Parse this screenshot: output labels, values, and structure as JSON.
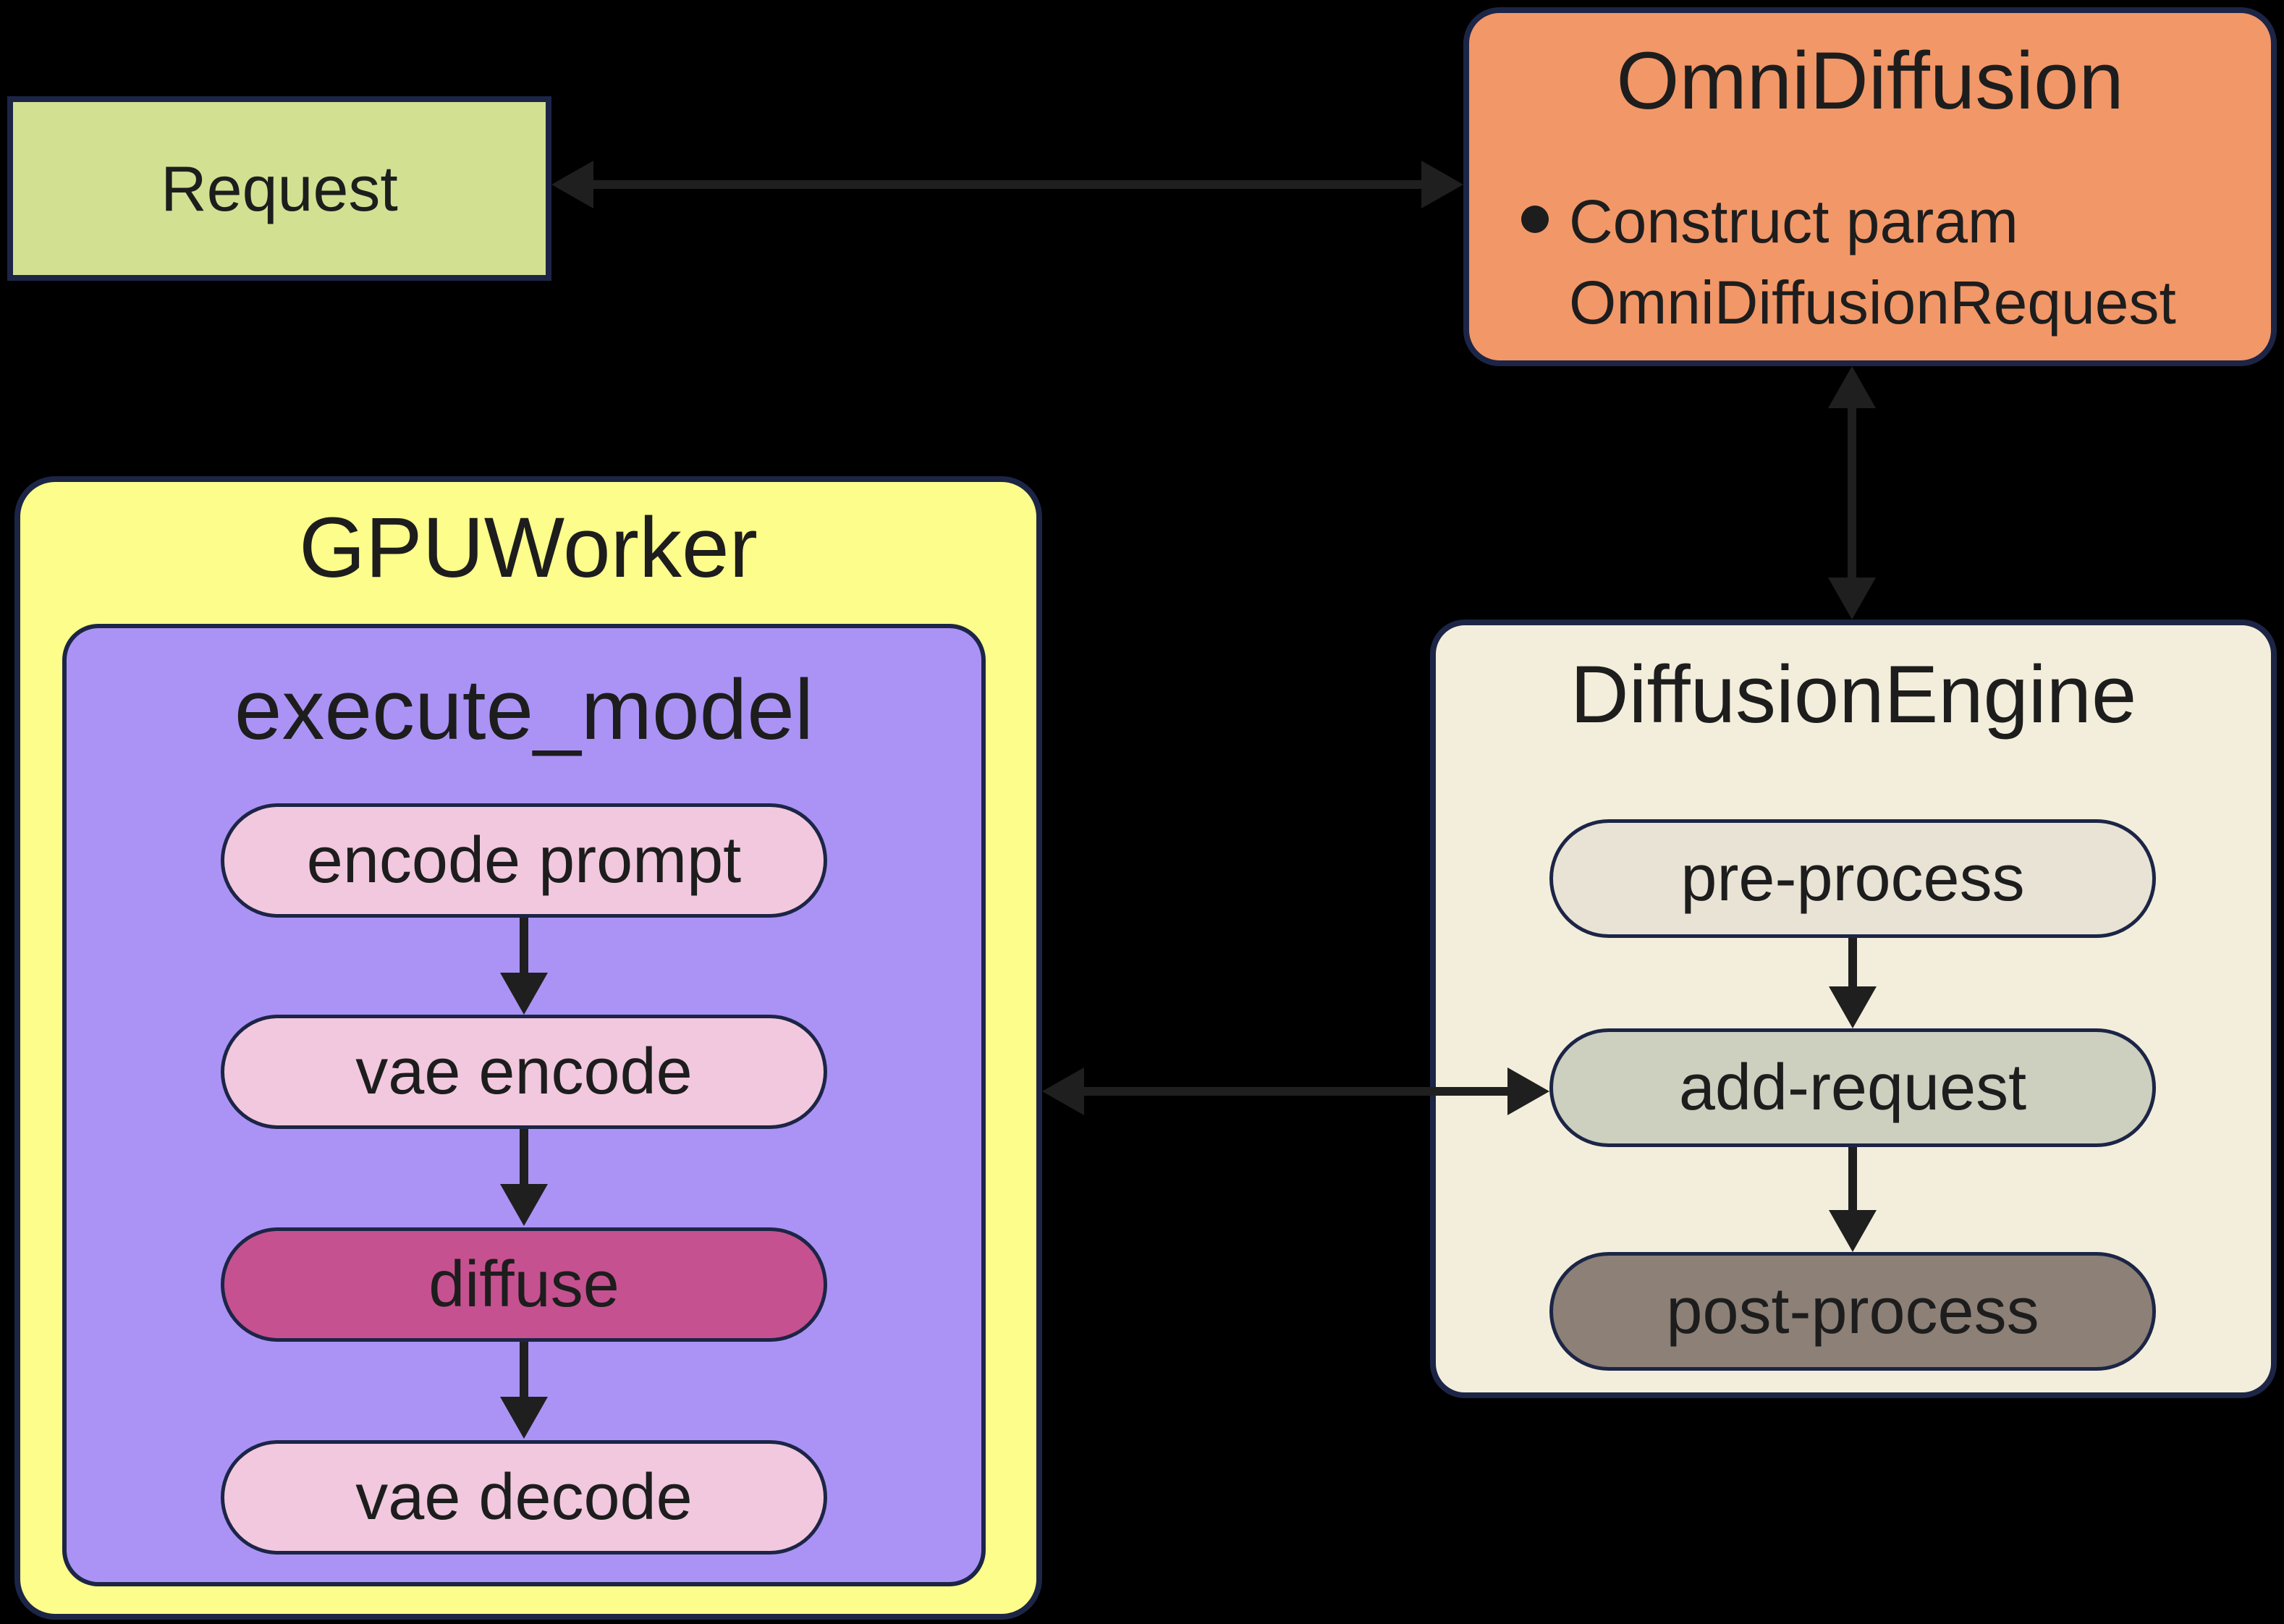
{
  "theme": {
    "background": "#000000",
    "border": "#1c2546",
    "text": "#1d1d1d",
    "arrow": "#1f1f1f"
  },
  "nodes": {
    "request": {
      "label": "Request",
      "fill": "#d2e092"
    },
    "omnidiffusion": {
      "title": "OmniDiffusion",
      "fill": "#f29768",
      "bullet": {
        "line1": "Construct param",
        "line2": "OmniDiffusionRequest"
      }
    },
    "gpuworker": {
      "title": "GPUWorker",
      "fill": "#fdfd8c"
    },
    "execute_model": {
      "title": "execute_model",
      "fill": "#ab93f5",
      "steps": [
        {
          "label": "encode prompt",
          "fill": "#f2c8de"
        },
        {
          "label": "vae encode",
          "fill": "#f2c8de"
        },
        {
          "label": "diffuse",
          "fill": "#c65190"
        },
        {
          "label": "vae decode",
          "fill": "#f2c8de"
        }
      ]
    },
    "diffusion_engine": {
      "title": "DiffusionEngine",
      "fill": "#f3eedb",
      "steps": [
        {
          "label": "pre-process",
          "fill": "#e9e3d5"
        },
        {
          "label": "add-request",
          "fill": "#cdcfbf"
        },
        {
          "label": "post-process",
          "fill": "#8c8077"
        }
      ]
    }
  },
  "edges": [
    {
      "from": "request",
      "to": "omnidiffusion",
      "direction": "both"
    },
    {
      "from": "omnidiffusion",
      "to": "diffusion_engine",
      "direction": "both"
    },
    {
      "from": "gpuworker",
      "to": "add-request",
      "direction": "both"
    },
    {
      "from": "encode prompt",
      "to": "vae encode",
      "direction": "down"
    },
    {
      "from": "vae encode",
      "to": "diffuse",
      "direction": "down"
    },
    {
      "from": "diffuse",
      "to": "vae decode",
      "direction": "down"
    },
    {
      "from": "pre-process",
      "to": "add-request",
      "direction": "down"
    },
    {
      "from": "add-request",
      "to": "post-process",
      "direction": "down"
    }
  ]
}
